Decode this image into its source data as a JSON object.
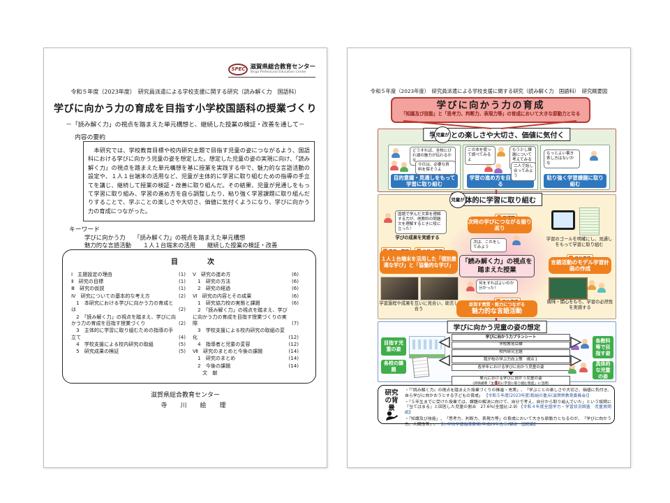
{
  "left_page": {
    "logo": {
      "acronym": "SPEC",
      "org_jp": "滋賀県総合教育センター",
      "org_en": "Shiga Prefectural Education Center"
    },
    "header_line": "令和５年度（2023年度）　研究員派遣による学校支援に関する研究（読み解く力　国語科）",
    "title": "学びに向かう力の育成を目指す小学校国語科の授業づくり",
    "subtitle": "－「読み解く力」の視点を踏まえた単元構想と、継続した授業の検証・改善を通して－",
    "abstract_label": "内容の要約",
    "abstract": "　本研究では、学校教育目標や校内研究主題で目指す児童の姿につながるよう、国語科における学びに向かう児童の姿を想定した。想定した児童の姿の実現に向け、「読み解く力」の視点を踏まえた単元構想を基に授業を実践する中で、魅力的な言語活動の設定や、１人１台端末の活用など、児童が主体的に学習に取り組むための指導の手立てを講じ、継続して授業の検証・改善に取り組んだ。その結果、児童が見通しをもって学習に取り組み、学習の進め方を自ら調整したり、粘り強く学習課題に取り組んだりすることで、学ぶことの楽しさや大切さ、価値に気付くようになり、学びに向かう力の育成につながった。",
    "keywords_label": "キーワード",
    "keywords_row1": "学びに向かう力　　「読み解く力」の視点を踏まえた単元構想",
    "keywords_row2": "魅力的な言語活動　　１人１台端末の活用　　継続した授業の検証・改善",
    "toc_title": "目　次",
    "toc_left": [
      {
        "t": "Ⅰ　主題設定の理由",
        "p": "(1)"
      },
      {
        "t": "Ⅱ　研究の目標",
        "p": "(1)"
      },
      {
        "t": "Ⅲ　研究の仮説",
        "p": "(1)"
      },
      {
        "t": "Ⅳ　研究についての基本的な考え方",
        "p": "(2)"
      },
      {
        "t": "　1　本研究における学びに向かう力の育成とは",
        "p": "(2)"
      },
      {
        "t": "　2　「読み解く力」の視点を踏まえ、学びに向かう力の育成を目指す授業づくり",
        "p": "(2)"
      },
      {
        "t": "　3　主体的に学習に取り組むための指導の手立て",
        "p": "(4)"
      },
      {
        "t": "　4　学校支援による校内研究の取組",
        "p": "(5)"
      },
      {
        "t": "　5　研究成果の検証",
        "p": "(5)"
      }
    ],
    "toc_right": [
      {
        "t": "Ⅴ　研究の進め方",
        "p": "(6)"
      },
      {
        "t": "　1　研究の方法",
        "p": "(6)"
      },
      {
        "t": "　2　研究の経過",
        "p": "(6)"
      },
      {
        "t": "Ⅵ　研究の内容とその成果",
        "p": "(6)"
      },
      {
        "t": "　1　研究協力校の実態と課題",
        "p": "(6)"
      },
      {
        "t": "　2　「読み解く力」の視点を踏まえ、学びに向かう力の育成を目指す授業づくりの実際",
        "p": "(7)"
      },
      {
        "t": "　3　学校支援による校内研究の取組の変化",
        "p": "(12)"
      },
      {
        "t": "　4　指導者と児童の変容",
        "p": "(12)"
      },
      {
        "t": "Ⅶ　研究のまとめと今後の課題",
        "p": "(14)"
      },
      {
        "t": "　1　研究のまとめ",
        "p": "(14)"
      },
      {
        "t": "　2　今後の課題",
        "p": "(14)"
      },
      {
        "t": "　　文　献",
        "p": ""
      }
    ],
    "footer_org": "滋賀県総合教育センター",
    "footer_author": "寺　川　絵　理"
  },
  "right_page": {
    "header_line": "令和５年度（2023年度）　研究員派遣による学校支援に関する研究（読み解く力　国語科）　研究概要図",
    "title": "学びに向かう力の育成",
    "title_sub": "「知識及び技能」と「思考力、判断力、表現力等」の育成において大きな原動力となる",
    "sec1": {
      "badge": "児童が",
      "heading": "学ぶことの楽しさや大切さ、価値に気付く",
      "card1": {
        "bubble1": "どうすれば、全校にびわ湖の魅力が伝わるかな",
        "bubble2": "今日は、必要な資料を探そうよ",
        "label": "目的意識・見通しをもって学習に取り組む"
      },
      "card2": {
        "bubble1": "この本を使って調べてみるよ",
        "bubble2": "もう少し課題について考えてみるよ",
        "bubble3": "二人で話し合ってみよう",
        "label": "学習の進め方を自ら調整する"
      },
      "card3": {
        "bubble1": "もっとよい書き表し方はないかな",
        "label": "粘り強く学習課題に取り組む"
      }
    },
    "sec2": {
      "badge": "児童が",
      "heading": "主体的に学習に取り組む",
      "left": {
        "bubble": "国語で学んだ文章を理解する力が、他教科の問題文を理解するときに役に立った！",
        "caption1": "学びの成果を実感する",
        "tag1": "発見・蓄積",
        "tag2": "分析・整理",
        "orange": "１人１台端末を活用した「個別最適な学び」と「協働的な学び」",
        "caption2": "学習過程や成果を互いに見合い、助言し合う"
      },
      "center": {
        "tag1": "再構築",
        "orange1": "次時の学びにつながる振り返り",
        "bubble1": "次は、これをしてみよう",
        "pink_box": "「読み解く力」の視点を踏まえた授業",
        "bubble2": "何をすればよいのか分かった！",
        "tag2": "目的意識",
        "orange2_line1": "目指す資質・能力につながる",
        "orange2_line2": "魅力的な言語活動"
      },
      "right": {
        "caption1": "学習のゴールを明確にし、見通しをもって学習に取り組む",
        "tag1": "目的意識",
        "orange": "言語活動のモデル学習計画の作成",
        "caption2": "興味・関心をもち、学習の必然性を実感する"
      }
    },
    "sec3": {
      "heading": "学びに向かう児童の姿の想定",
      "label_tl": "目指す児童の姿",
      "label_tr": "各教科等で目指す姿",
      "label_bl": "各校の課題",
      "label_br": "具体的な児童の姿",
      "sheet_title": "学びに向かう力プランシート",
      "sheet_row1": "学校教育目標",
      "sheet_row2": "校内研究主題",
      "sheet_row3": "我が校の学ぶ力向上策　視点１",
      "sheet_row4": "各学年における学びに向かう児童の姿",
      "sheet_row5": "単元における学びに向かう児童の姿",
      "sheet_row5b": "（評価規準「主体的に学習に取り組む態度」に活用）"
    },
    "background": {
      "label": "研究の背景",
      "bullets": [
        {
          "text": "・「『読み解く力』の視点を踏まえた授業づくりの推進・充実」、「学ぶことの楽しさや大切さ、価値に気付き、自ら学びに向かおうとする子どもの育成」",
          "src": "【令和５年度(2023年度)取組の重点(滋賀県教育委員会)】"
        },
        {
          "text": "・「５年生までに受けた授業では、課題の解決に向けて、自分で考え、自分から取り組んでいた」という設問に「当てはまる」と回答した児童の割合　27.6%(全国比-2.9)",
          "src": "【令和４年度全国学力・学習状況調査　児童質問紙】"
        },
        {
          "text": "・「知識及び技能」、「思考力、判断力、表現力等」の育成において大きな原動力となるのが、「学びに向かう力、人間性等」。",
          "src": "【小学校学習指導要領(平成29年告示)解説　国語編】"
        }
      ]
    }
  }
}
